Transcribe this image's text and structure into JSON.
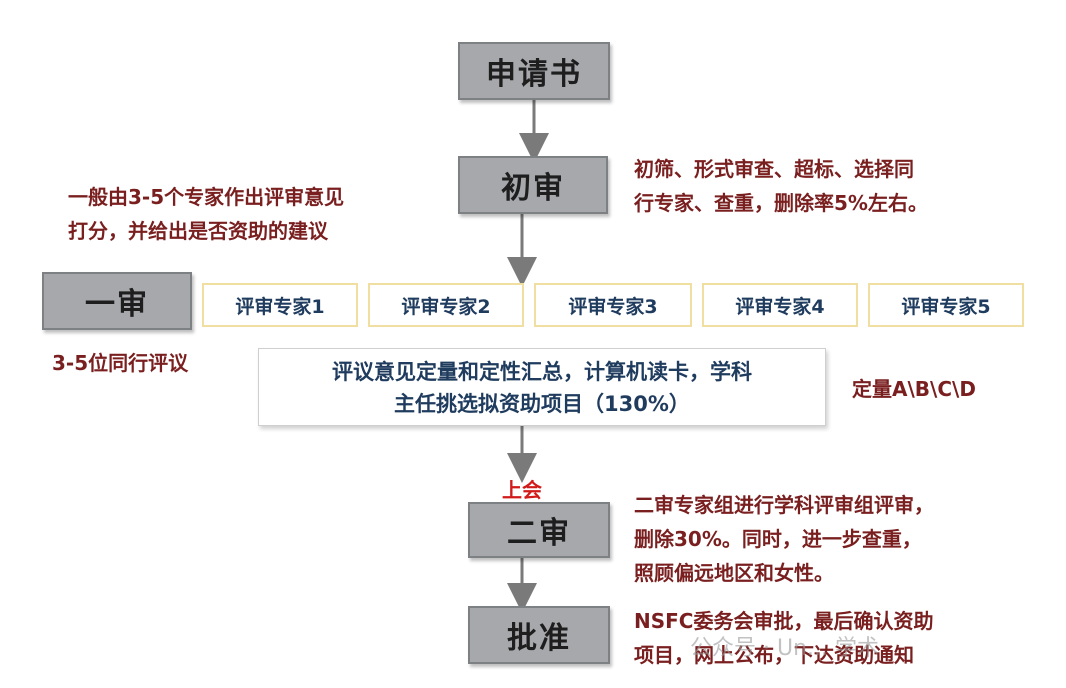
{
  "nodes": {
    "application": "申请书",
    "first_review": "初审",
    "round_one": "一审",
    "round_two": "二审",
    "approval": "批准"
  },
  "experts": [
    "评审专家1",
    "评审专家2",
    "评审专家3",
    "评审专家4",
    "评审专家5"
  ],
  "notes": {
    "first_review_right_1": "初筛、形式审查、超标、选择同",
    "first_review_right_2": "行专家、查重，删除率5%左右。",
    "first_review_left_1": "一般由3-5个专家作出评审意见",
    "first_review_left_2": "打分，并给出是否资助的建议",
    "peer_review": "3-5位同行评议",
    "quant": "定量A\\B\\C\\D",
    "round_two_1": "二审专家组进行学科评审组评审，",
    "round_two_2": "删除30%。同时，进一步查重，",
    "round_two_3": "照顾偏远地区和女性。",
    "approval_1": "NSFC委务会审批，最后确认资助",
    "approval_2": "项目，网上公布，下达资助通知"
  },
  "summary": {
    "line1": "评议意见定量和定性汇总，计算机读卡，学科",
    "line2": "主任挑选拟资助项目（130%）"
  },
  "meeting_label": "上会",
  "watermark": "公众号 · Un... 学术"
}
